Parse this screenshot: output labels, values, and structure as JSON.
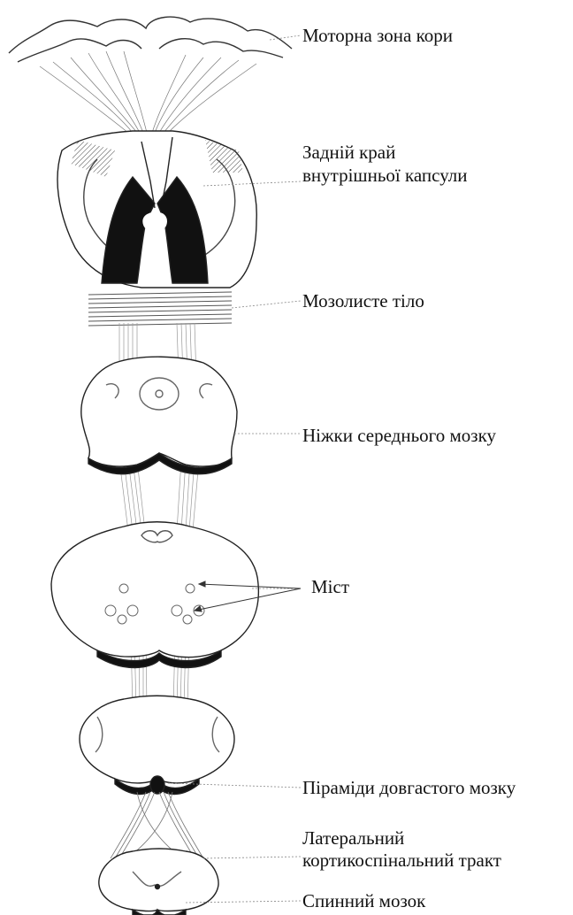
{
  "labels": {
    "motor_cortex": "Моторна зона кори",
    "internal_capsule_line1": "Задній край",
    "internal_capsule_line2": "внутрішньої капсули",
    "corpus_callosum": "Мозолисте тіло",
    "cerebral_peduncles": "Ніжки середнього мозку",
    "pons": "Міст",
    "medulla_pyramids": "Піраміди довгастого мозку",
    "lateral_tract_line1": "Латеральний",
    "lateral_tract_line2": "кортикоспінальний тракт",
    "spinal_cord": "Спинний мозок"
  },
  "colors": {
    "ink": "#111111",
    "background": "#ffffff"
  }
}
